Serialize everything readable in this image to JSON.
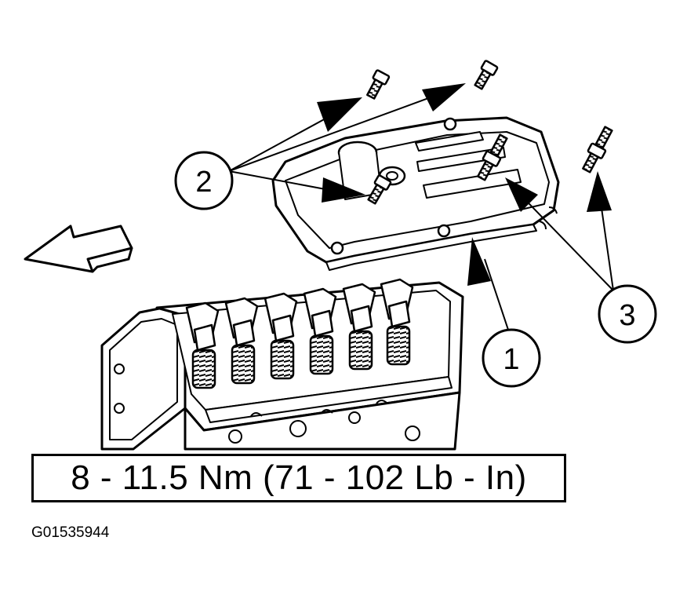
{
  "callouts": [
    {
      "id": "2",
      "label": "2"
    },
    {
      "id": "3",
      "label": "3"
    },
    {
      "id": "1",
      "label": "1"
    }
  ],
  "torque_spec": "8 - 11.5 Nm (71 - 102 Lb - In)",
  "figure_id": "G01535944"
}
